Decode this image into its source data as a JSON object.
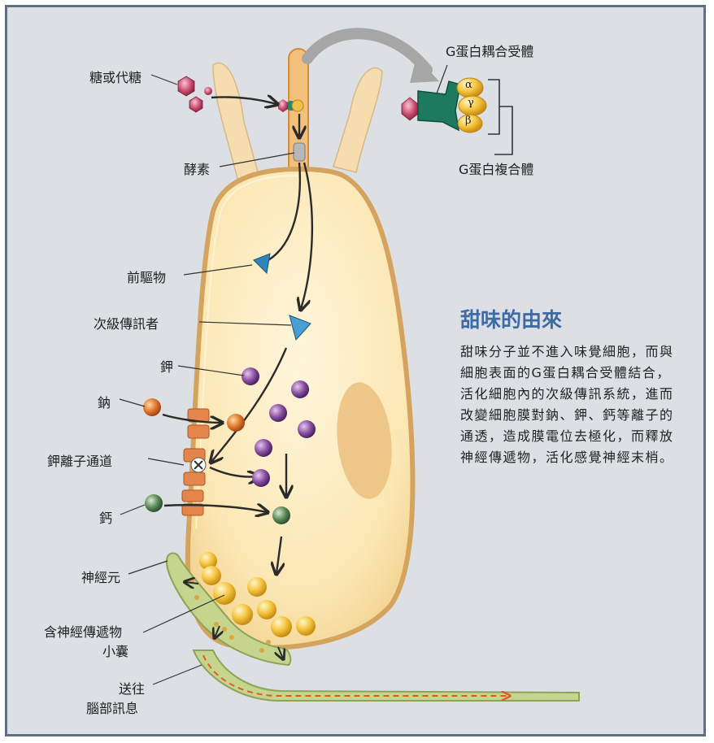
{
  "labels": {
    "sugar": "糖或代糖",
    "enzyme": "酵素",
    "precursor": "前驅物",
    "second_messenger": "次級傳訊者",
    "potassium": "鉀",
    "sodium": "鈉",
    "k_channel": "鉀離子通道",
    "calcium": "鈣",
    "neuron": "神經元",
    "vesicle_line1": "含神經傳遞物",
    "vesicle_line2": "小囊",
    "send_line1": "送往",
    "send_line2": "腦部訊息",
    "gpcr": "G蛋白耦合受體",
    "gprotein_complex": "G蛋白複合體",
    "alpha": "α",
    "gamma": "γ",
    "beta": "β"
  },
  "panel": {
    "title": "甜味的由來",
    "body": "甜味分子並不進入味覺細胞，而與細胞表面的G蛋白耦合受體結合，活化細胞內的次級傳訊系統，進而改變細胞膜對鈉、鉀、鈣等離子的通透，造成膜電位去極化，而釋放神經傳遞物，活化感覺神經末梢。"
  },
  "colors": {
    "frame": "#5f6f86",
    "background": "#dcdfe3",
    "cell_fill": "#fbe7b0",
    "cell_border": "#d8a96a",
    "title": "#3e6aa5"
  }
}
